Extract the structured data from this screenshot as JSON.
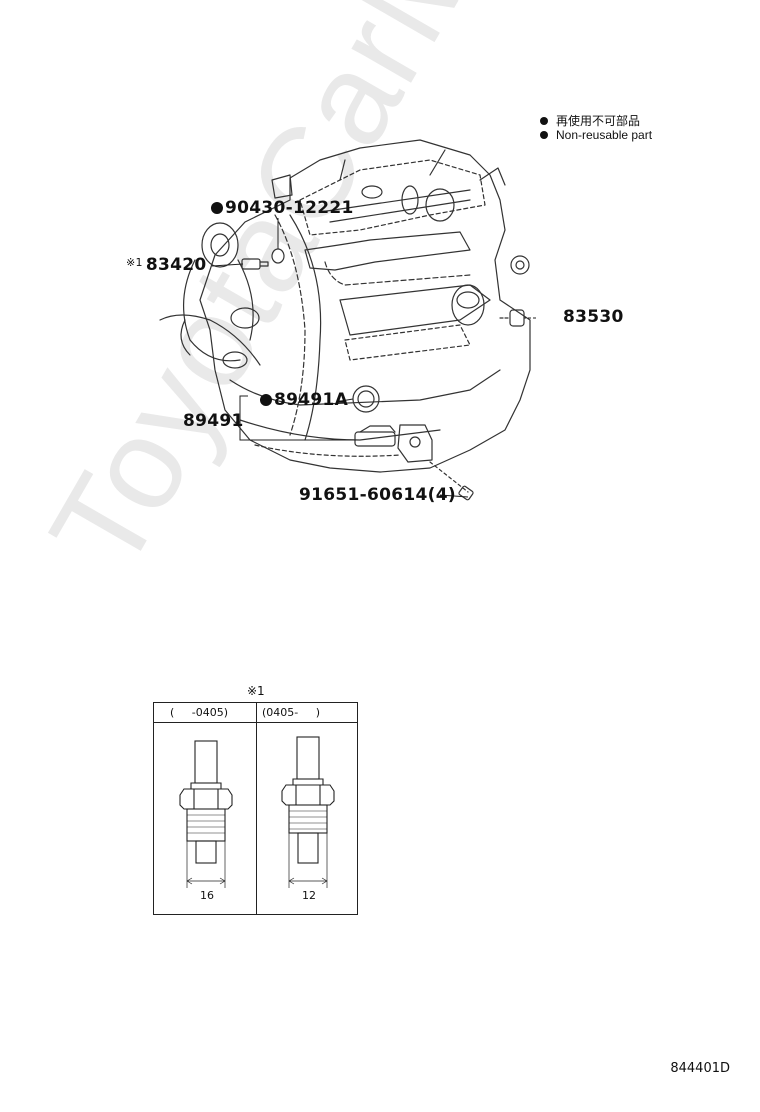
{
  "legend": {
    "items": [
      {
        "text": "再使用不可部品"
      },
      {
        "text": "Non-reusable part"
      }
    ]
  },
  "watermark": "ToyotaCarMine.ru",
  "parts": {
    "p90430": {
      "number": "90430-12221",
      "non_reusable": true
    },
    "p83420": {
      "number": "83420",
      "note_mark": "※1"
    },
    "p83530": {
      "number": "83530"
    },
    "p89491A": {
      "number": "89491A",
      "non_reusable": true
    },
    "p89491": {
      "number": "89491"
    },
    "p91651": {
      "number": "91651-60614(4)"
    }
  },
  "detail_table": {
    "note_mark": "※1",
    "columns": [
      {
        "header": "(     -0405)",
        "dimension": "16"
      },
      {
        "header": "(0405-     )",
        "dimension": "12"
      }
    ]
  },
  "diagram_code": "844401D"
}
